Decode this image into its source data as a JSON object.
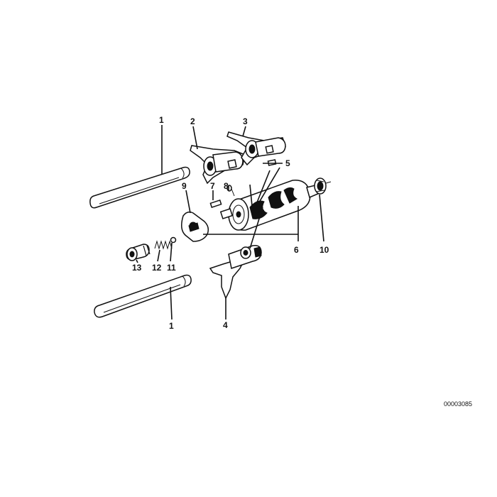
{
  "diagram": {
    "callouts": [
      {
        "id": "rod-upper",
        "label": "1"
      },
      {
        "id": "fork-2",
        "label": "2"
      },
      {
        "id": "fork-3",
        "label": "3"
      },
      {
        "id": "fork-4",
        "label": "4"
      },
      {
        "id": "pin-5",
        "label": "5"
      },
      {
        "id": "drum-6",
        "label": "6"
      },
      {
        "id": "pin-7",
        "label": "7"
      },
      {
        "id": "pin-8",
        "label": "8"
      },
      {
        "id": "plate-9",
        "label": "9"
      },
      {
        "id": "bearing-10",
        "label": "10"
      },
      {
        "id": "ball-11",
        "label": "11"
      },
      {
        "id": "spring-12",
        "label": "12"
      },
      {
        "id": "plug-13",
        "label": "13"
      },
      {
        "id": "rod-lower",
        "label": "1"
      }
    ],
    "document_number": "00003085"
  }
}
